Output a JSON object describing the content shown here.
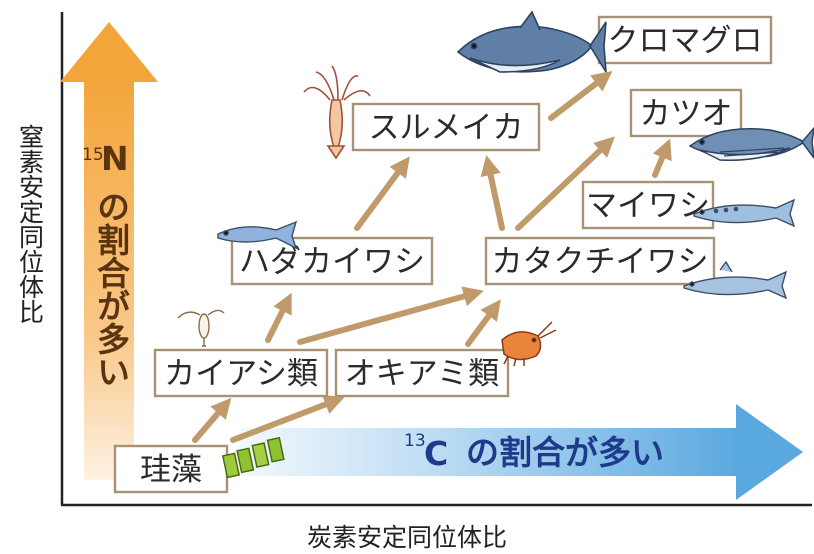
{
  "axes": {
    "x_label": "炭素安定同位体比",
    "y_label": "窒素安定同位体比"
  },
  "captions": {
    "nitrogen_sup": "15",
    "nitrogen_element": "N",
    "nitrogen_text": "の割合が多い",
    "carbon_sup": "13",
    "carbon_element": "C",
    "carbon_text": "の割合が多い"
  },
  "nodes": {
    "keiso": "珪藻",
    "kaiashi": "カイアシ類",
    "okiami": "オキアミ類",
    "hadakaiwashi": "ハダカイワシ",
    "katakuchiiwashi": "カタクチイワシ",
    "surumeika": "スルメイカ",
    "maiwashi": "マイワシ",
    "katsuo": "カツオ",
    "kuromaguro": "クロマグロ"
  },
  "icons": [
    "diatom-icon",
    "copepod-icon",
    "krill-icon",
    "lanternfish-icon",
    "squid-icon",
    "bluefin-tuna-icon",
    "skipjack-icon",
    "sardine-icon",
    "anchovy-icon"
  ],
  "colors": {
    "box_border": "#a89276",
    "arrow": "#c09a6b",
    "nitrogen_arrow": "#f4a53a",
    "carbon_arrow": "#5aa8e0"
  }
}
